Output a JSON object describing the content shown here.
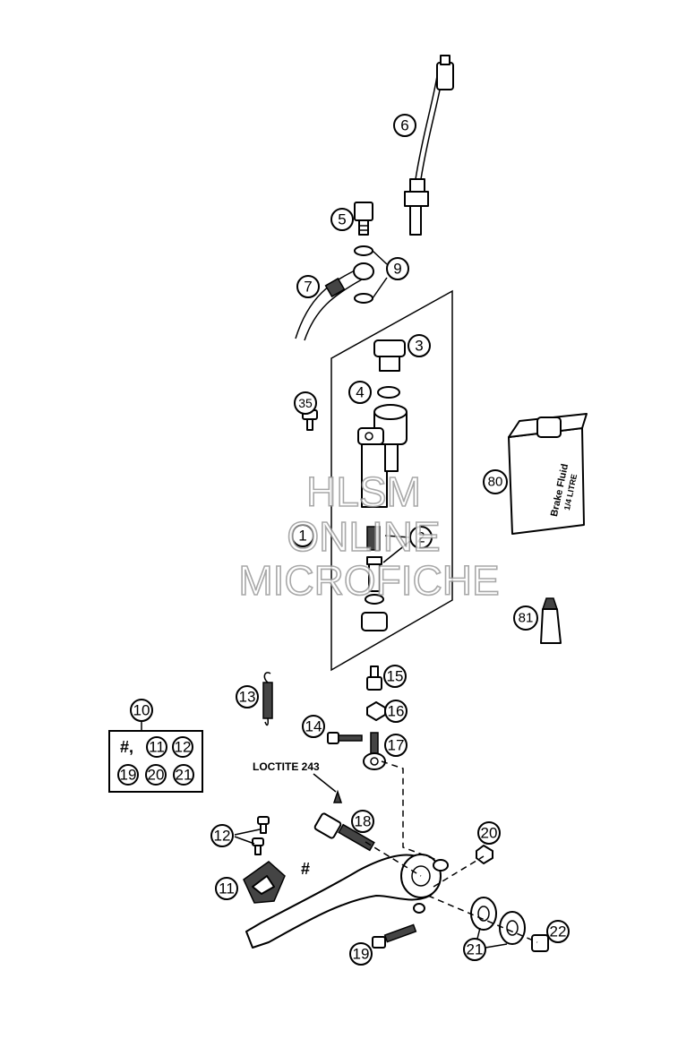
{
  "watermark": {
    "line1": "HLSM",
    "line2": "ONLINE",
    "line3": "MICROFICHE"
  },
  "labels": {
    "loctite": "LOCTITE 243",
    "hash": "#",
    "kit_hash": "#,"
  },
  "bottle": {
    "line1": "Brake Fluid",
    "line2": "1/4 LITRE"
  },
  "callouts": {
    "c1": "1",
    "c2": "2",
    "c3": "3",
    "c4": "4",
    "c5": "5",
    "c6": "6",
    "c7": "7",
    "c9": "9",
    "c10": "10",
    "c11": "11",
    "c12": "12",
    "c13": "13",
    "c14": "14",
    "c15": "15",
    "c16": "16",
    "c17": "17",
    "c18": "18",
    "c19": "19",
    "c20": "20",
    "c21": "21",
    "c22": "22",
    "c35": "35",
    "c80": "80",
    "c81": "81"
  },
  "kit": {
    "k11": "11",
    "k12": "12",
    "k19": "19",
    "k20": "20",
    "k21": "21"
  }
}
